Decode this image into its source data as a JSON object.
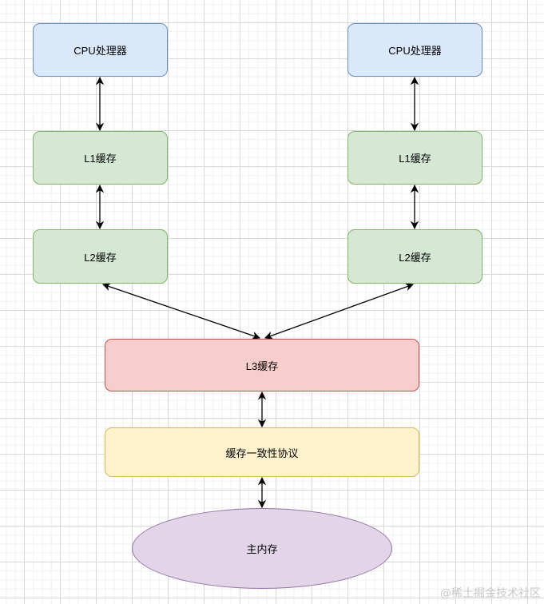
{
  "diagram": {
    "nodes": {
      "cpu_left": "CPU处理器",
      "cpu_right": "CPU处理器",
      "l1_left": "L1缓存",
      "l1_right": "L1缓存",
      "l2_left": "L2缓存",
      "l2_right": "L2缓存",
      "l3": "L3缓存",
      "coherence": "缓存一致性协议",
      "main_memory": "主内存"
    },
    "edges": [
      {
        "from": "cpu_left",
        "to": "l1_left",
        "type": "bidirectional"
      },
      {
        "from": "l1_left",
        "to": "l2_left",
        "type": "bidirectional"
      },
      {
        "from": "cpu_right",
        "to": "l1_right",
        "type": "bidirectional"
      },
      {
        "from": "l1_right",
        "to": "l2_right",
        "type": "bidirectional"
      },
      {
        "from": "l2_left",
        "to": "l3",
        "type": "bidirectional"
      },
      {
        "from": "l2_right",
        "to": "l3",
        "type": "bidirectional"
      },
      {
        "from": "l3",
        "to": "coherence",
        "type": "bidirectional"
      },
      {
        "from": "coherence",
        "to": "main_memory",
        "type": "bidirectional"
      }
    ],
    "colors": {
      "blue_fill": "#dae8fc",
      "blue_stroke": "#6c8ebf",
      "green_fill": "#d5e8d4",
      "green_stroke": "#82b366",
      "red_fill": "#f8cecc",
      "red_stroke": "#b85450",
      "yellow_fill": "#fff2cc",
      "yellow_stroke": "#d6b656",
      "purple_fill": "#e1d5e7",
      "purple_stroke": "#9673a6"
    }
  },
  "watermark": "@稀土掘金技术社区"
}
